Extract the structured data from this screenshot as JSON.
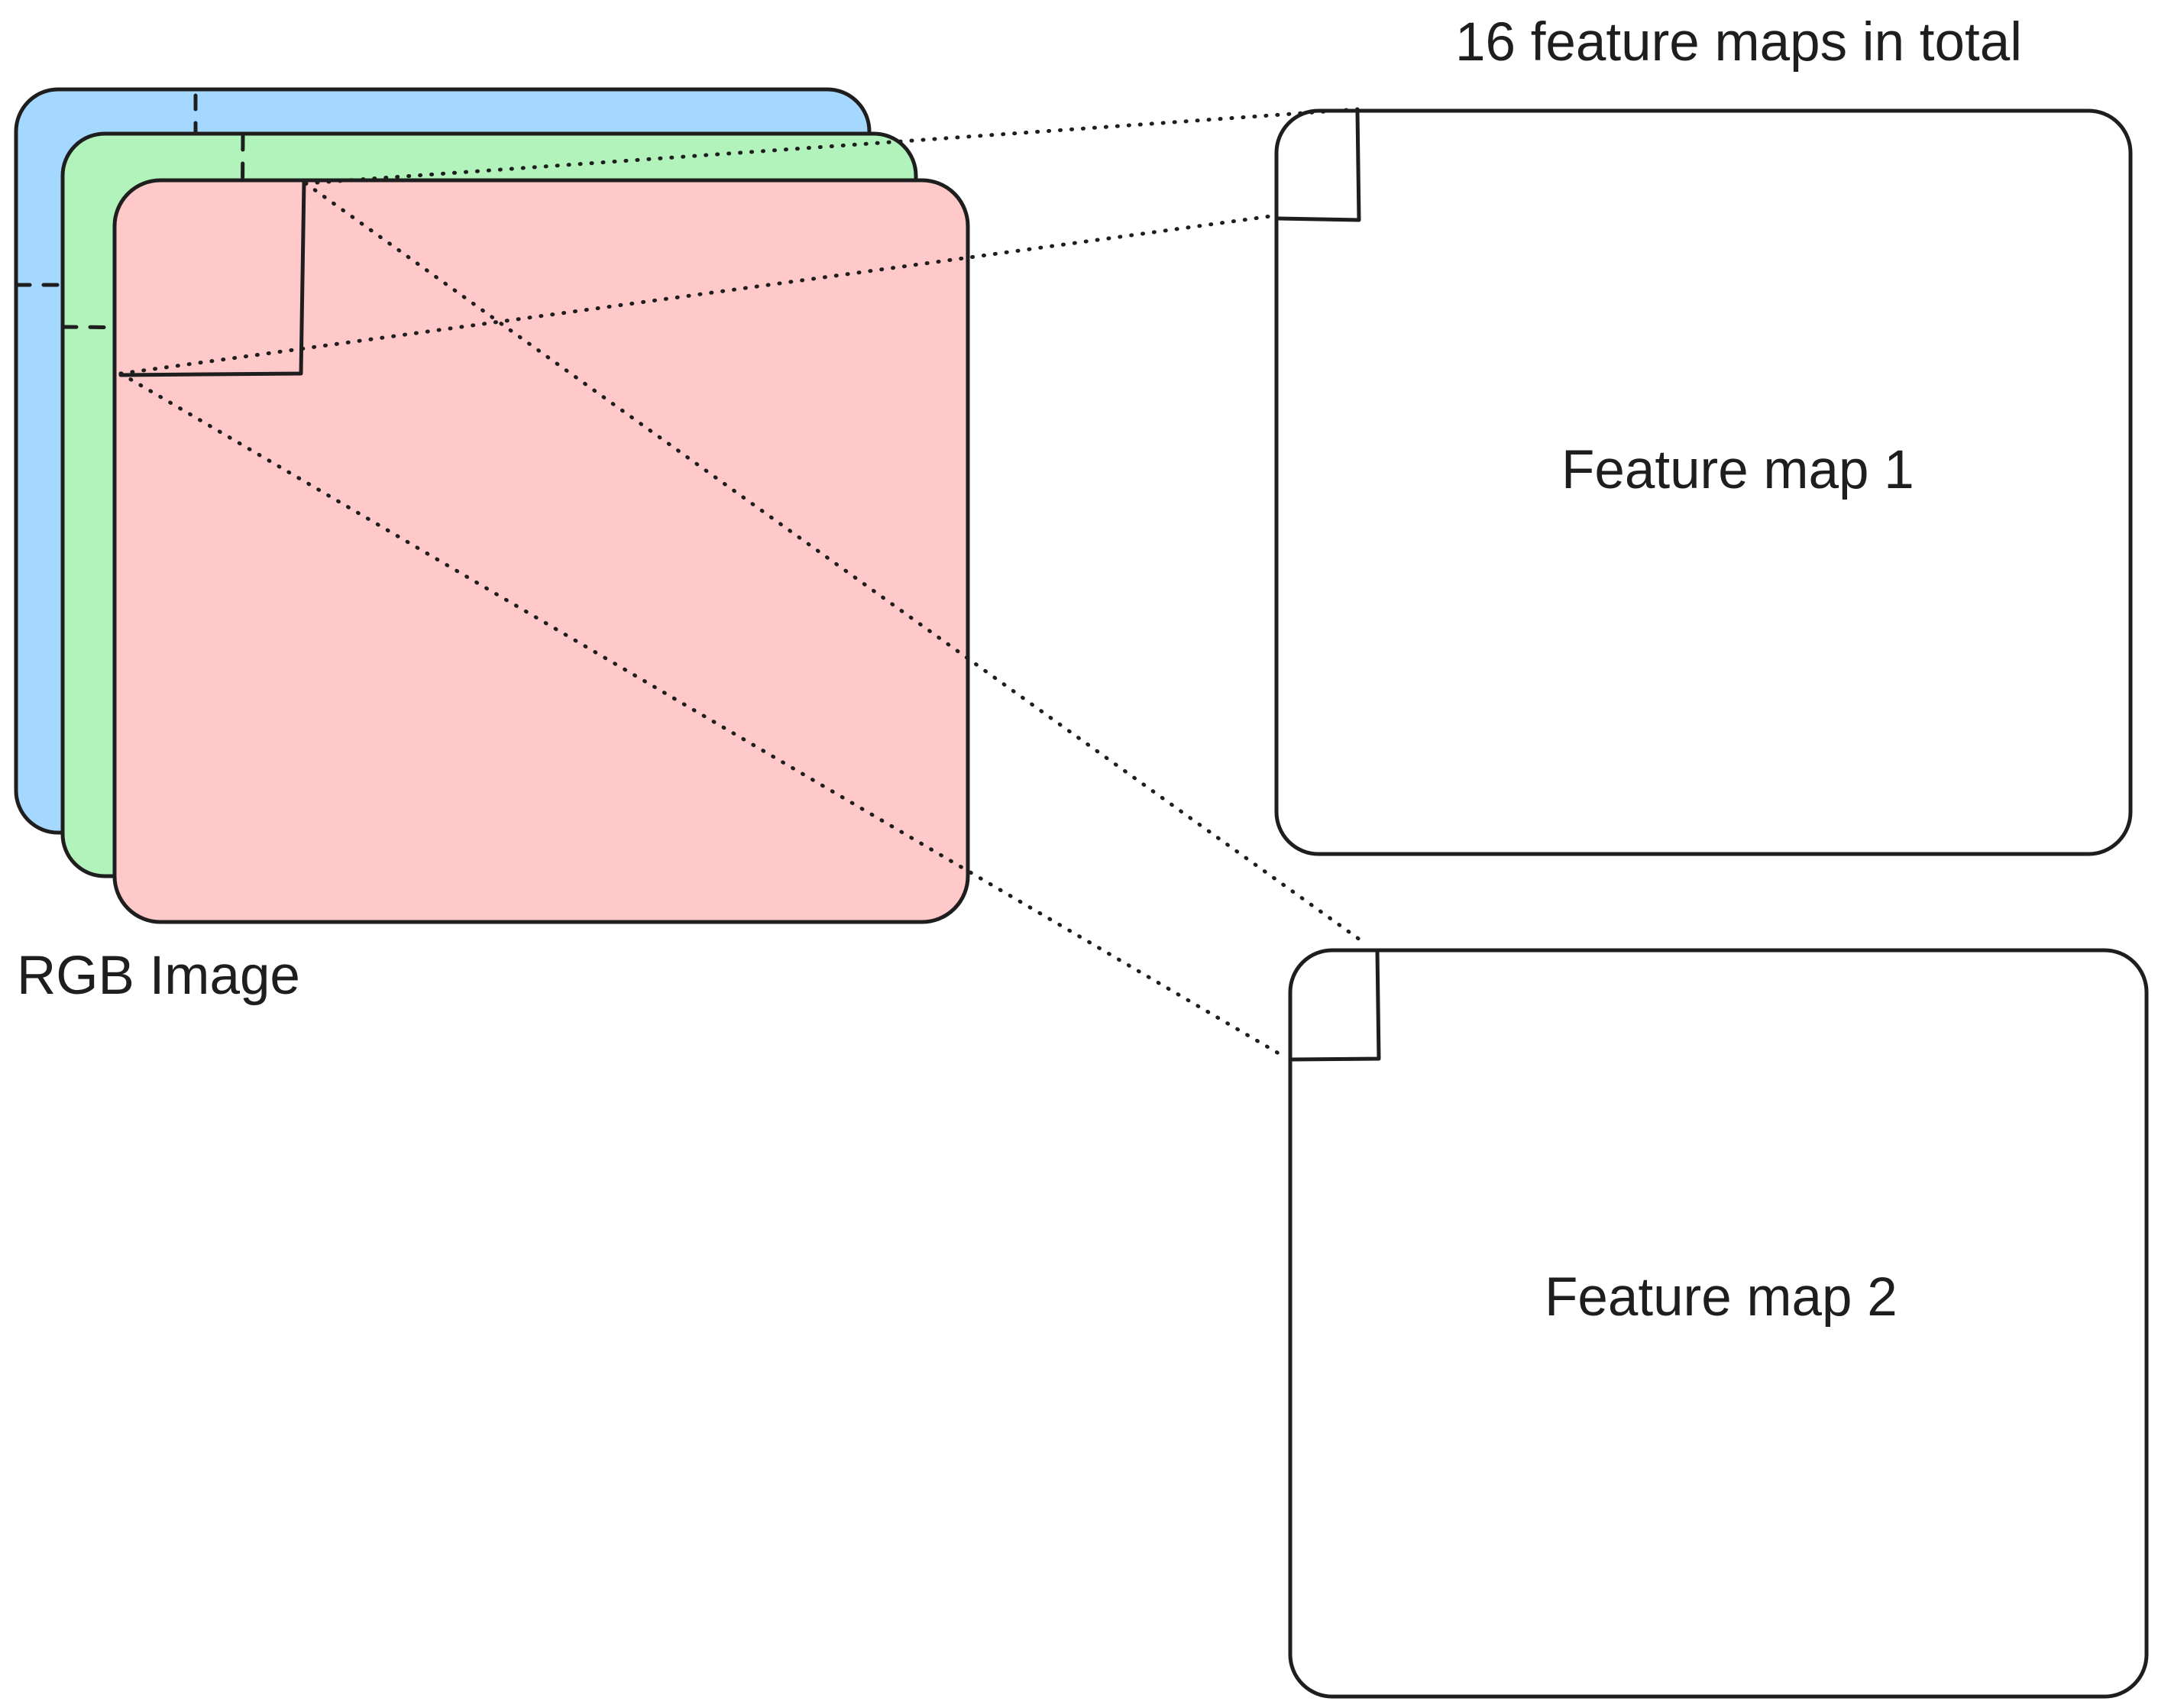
{
  "diagram": {
    "title": "16 feature maps in total",
    "input": {
      "label": "RGB Image",
      "channels": [
        {
          "name": "blue",
          "color": "#a5d8ff"
        },
        {
          "name": "green",
          "color": "#b2f2bb"
        },
        {
          "name": "red",
          "color": "#ffc9c9"
        }
      ]
    },
    "outputs": [
      {
        "label": "Feature map 1"
      },
      {
        "label": "Feature map 2"
      }
    ],
    "colors": {
      "stroke": "#1e1e1e",
      "feature_map_fill": "#ffffff",
      "background": "#ffffff"
    }
  }
}
